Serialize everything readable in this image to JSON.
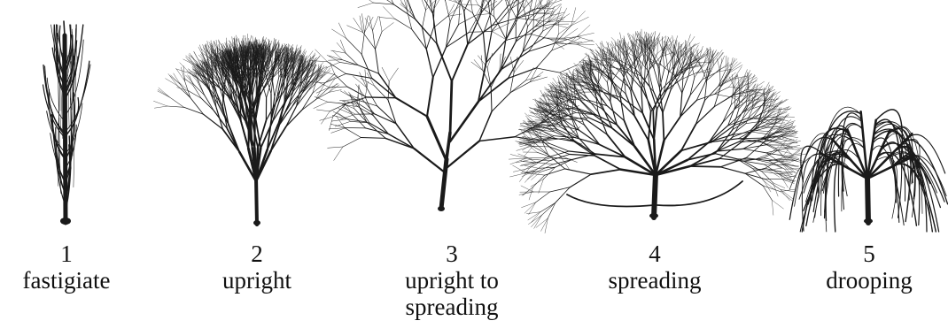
{
  "forms": [
    {
      "number": "1",
      "label": "fastigiate"
    },
    {
      "number": "2",
      "label": "upright"
    },
    {
      "number": "3",
      "label": "upright to spreading"
    },
    {
      "number": "4",
      "label": "spreading"
    },
    {
      "number": "5",
      "label": "drooping"
    }
  ],
  "colors": {
    "ink": "#1a1a1a",
    "background": "#ffffff"
  }
}
